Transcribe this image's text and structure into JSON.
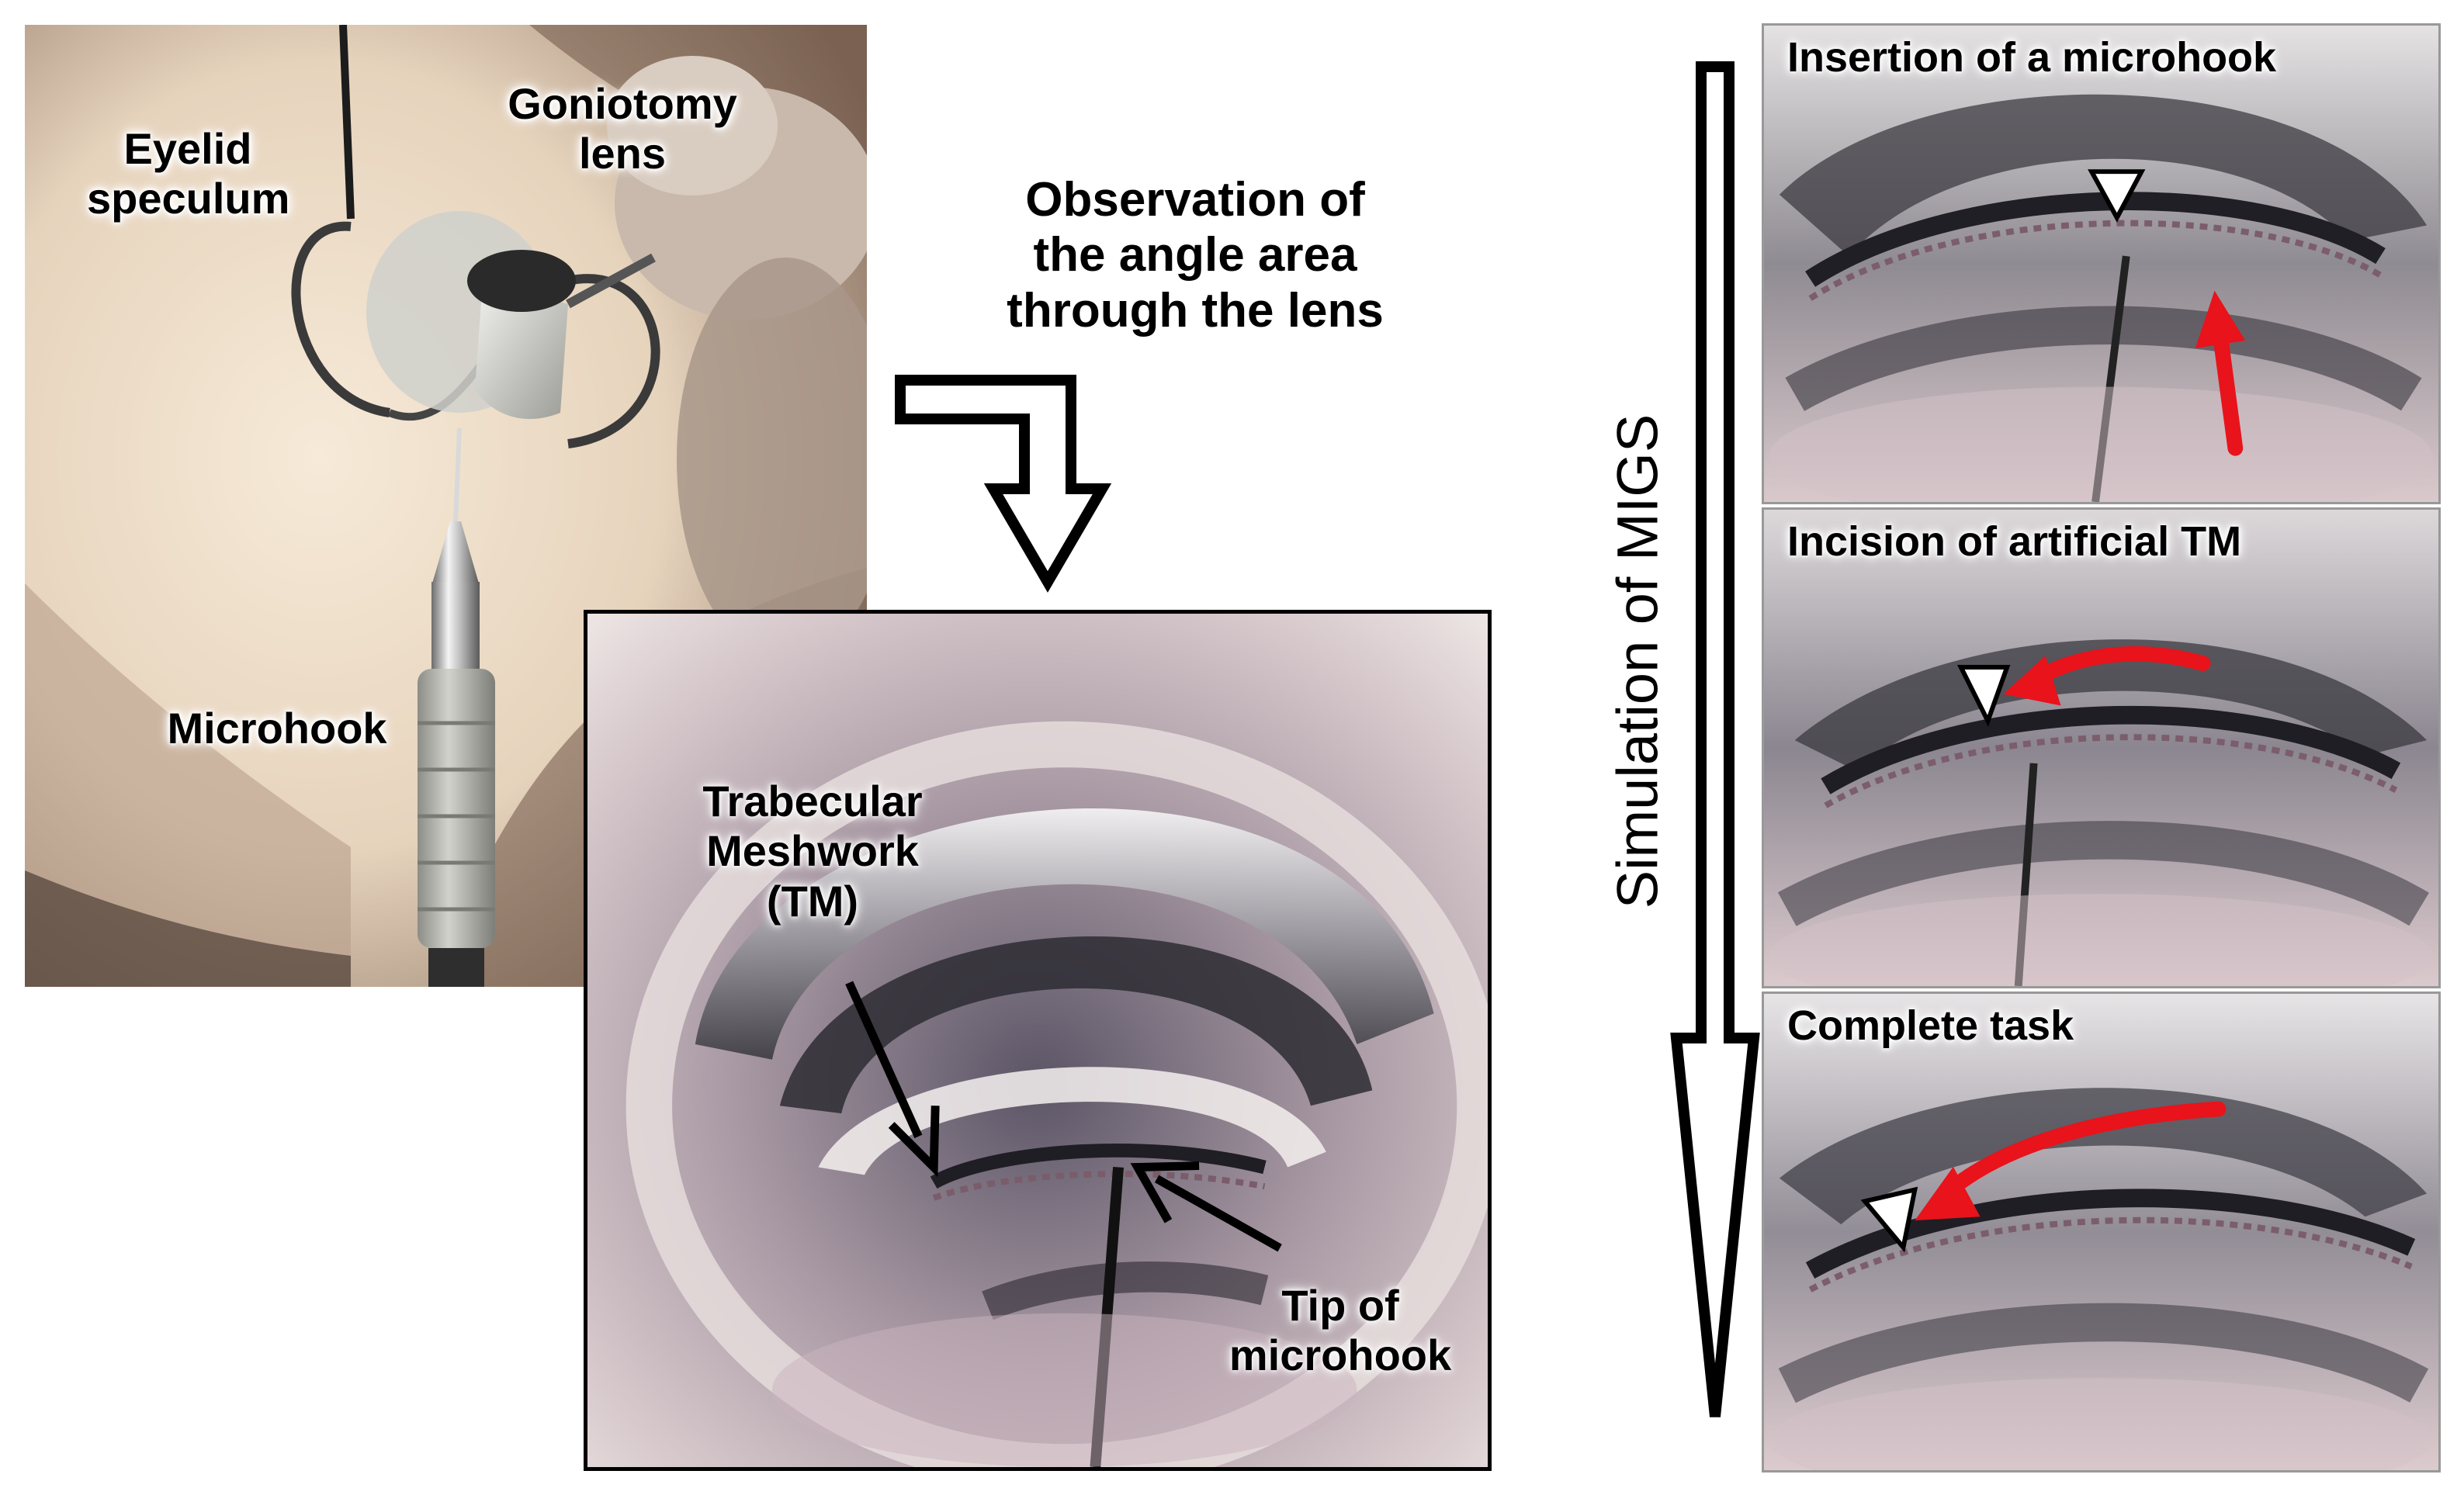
{
  "setup_photo": {
    "labels": {
      "eyelid_speculum": "Eyelid\nspeculum",
      "goniotomy_lens": "Goniotomy\nlens",
      "microhook": "Microhook"
    }
  },
  "observation_label": "Observation of\nthe angle area\nthrough the lens",
  "angle_view": {
    "labels": {
      "trabecular_meshwork": "Trabecular\nMeshwork\n(TM)",
      "tip_of_microhook": "Tip of\nmicrohook"
    }
  },
  "simulation_label": "Simulation of MIGS",
  "steps": [
    {
      "title": "Insertion of a microhook"
    },
    {
      "title": "Incision of artificial TM"
    },
    {
      "title": "Complete task"
    }
  ],
  "colors": {
    "arrow_red": "#e8131b",
    "outline_black": "#000000"
  }
}
